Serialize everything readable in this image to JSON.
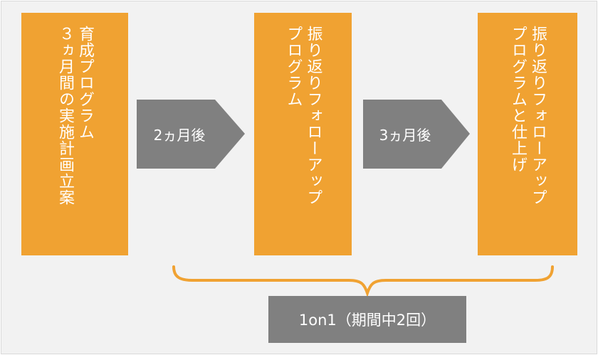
{
  "boxes": [
    {
      "lines": [
        "育成プログラム",
        "３ヵ月間の実施計画立案"
      ]
    },
    {
      "lines": [
        "振り返りフォローアップ",
        "プログラム"
      ]
    },
    {
      "lines": [
        "振り返りフォローアップ",
        "プログラムと仕上げ"
      ]
    }
  ],
  "arrows": [
    {
      "label": "2ヵ月後"
    },
    {
      "label": "3ヵ月後"
    }
  ],
  "bottom": {
    "label": "1on1（期間中2回）"
  },
  "colors": {
    "orange": "#f0a232",
    "gray": "#808080",
    "background": "#f2f2f2",
    "bracket": "#f0a232"
  }
}
